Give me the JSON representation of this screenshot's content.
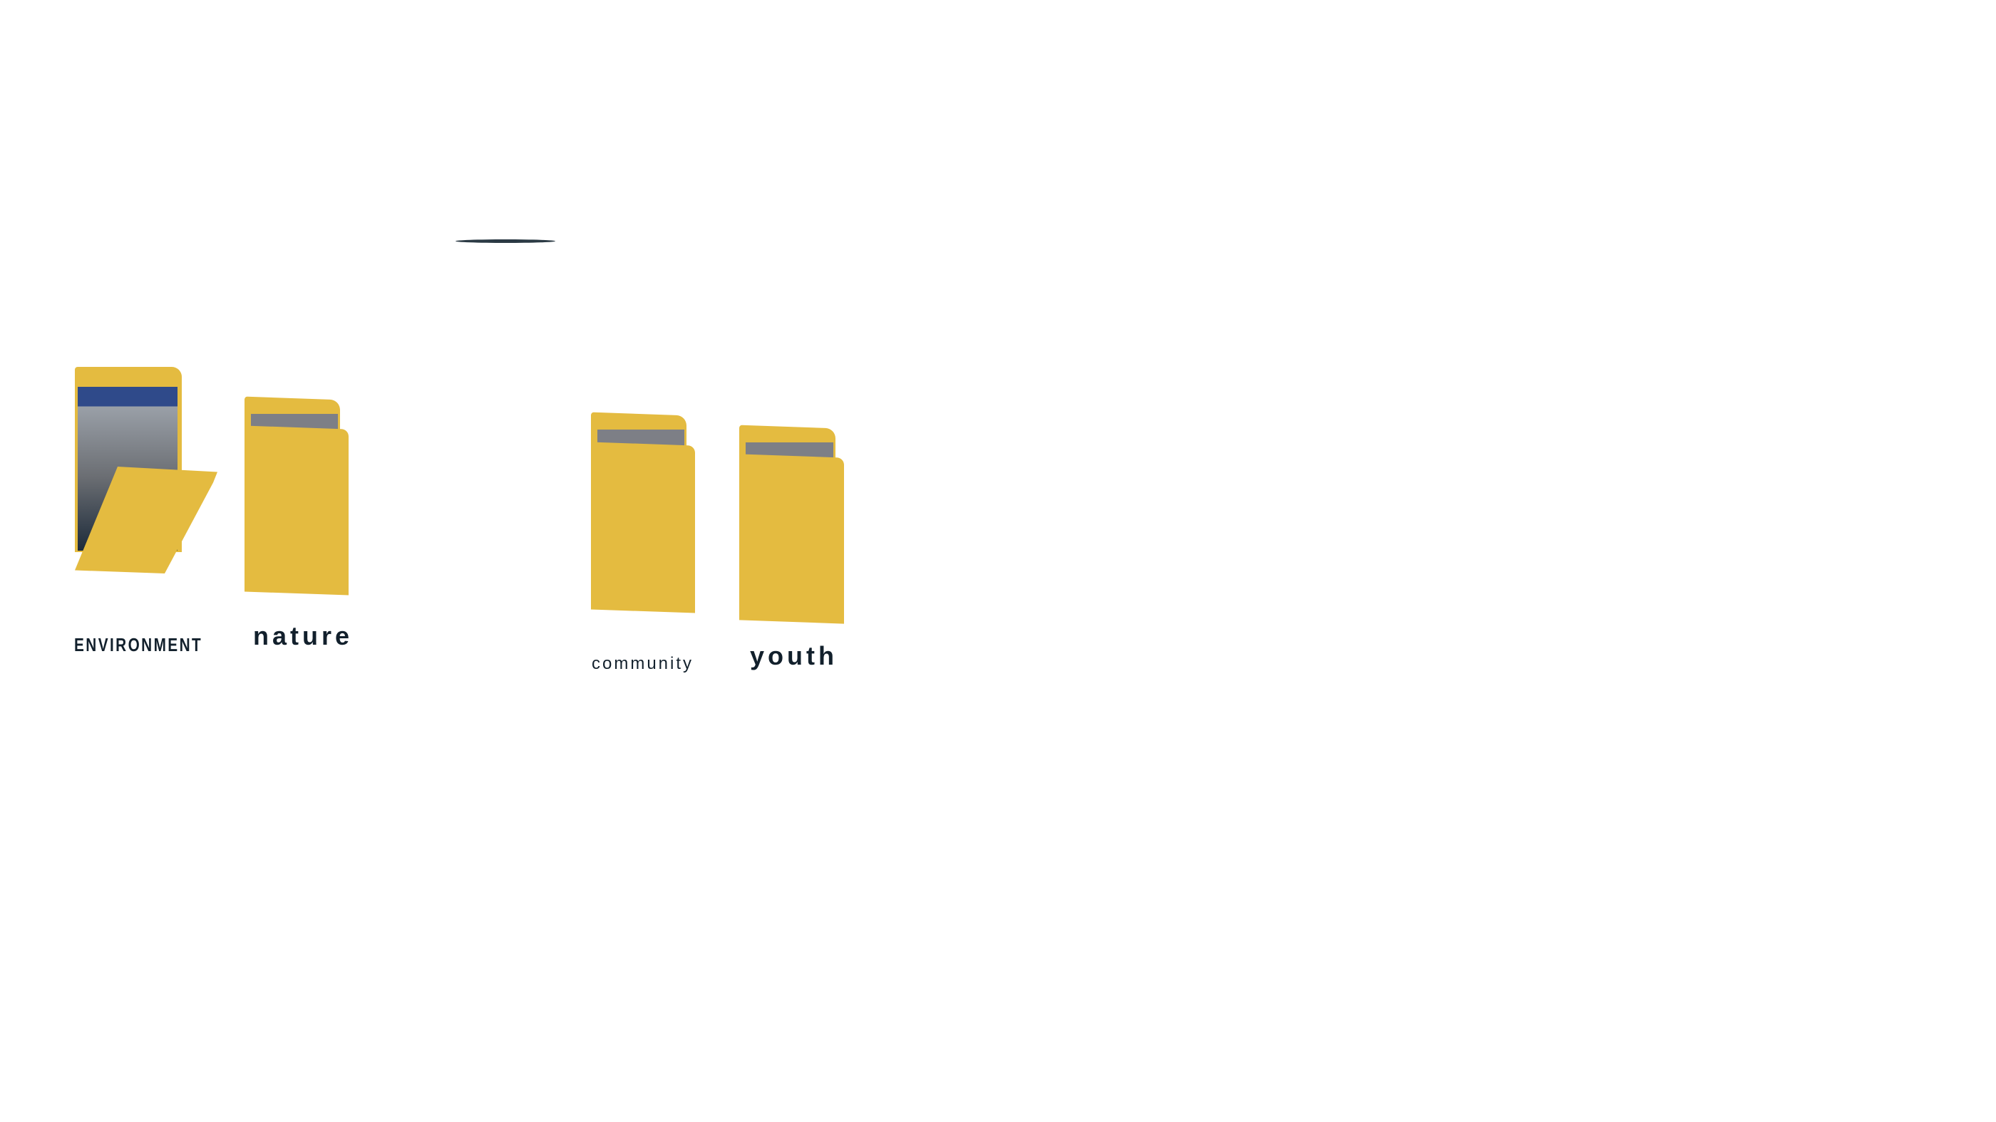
{
  "folders": [
    {
      "label": "ENVIRONMENT"
    },
    {
      "label": "nature"
    },
    {
      "label": "community"
    },
    {
      "label": "youth"
    }
  ],
  "colors": {
    "folder": "#e4bb40",
    "text": "#12202c"
  }
}
